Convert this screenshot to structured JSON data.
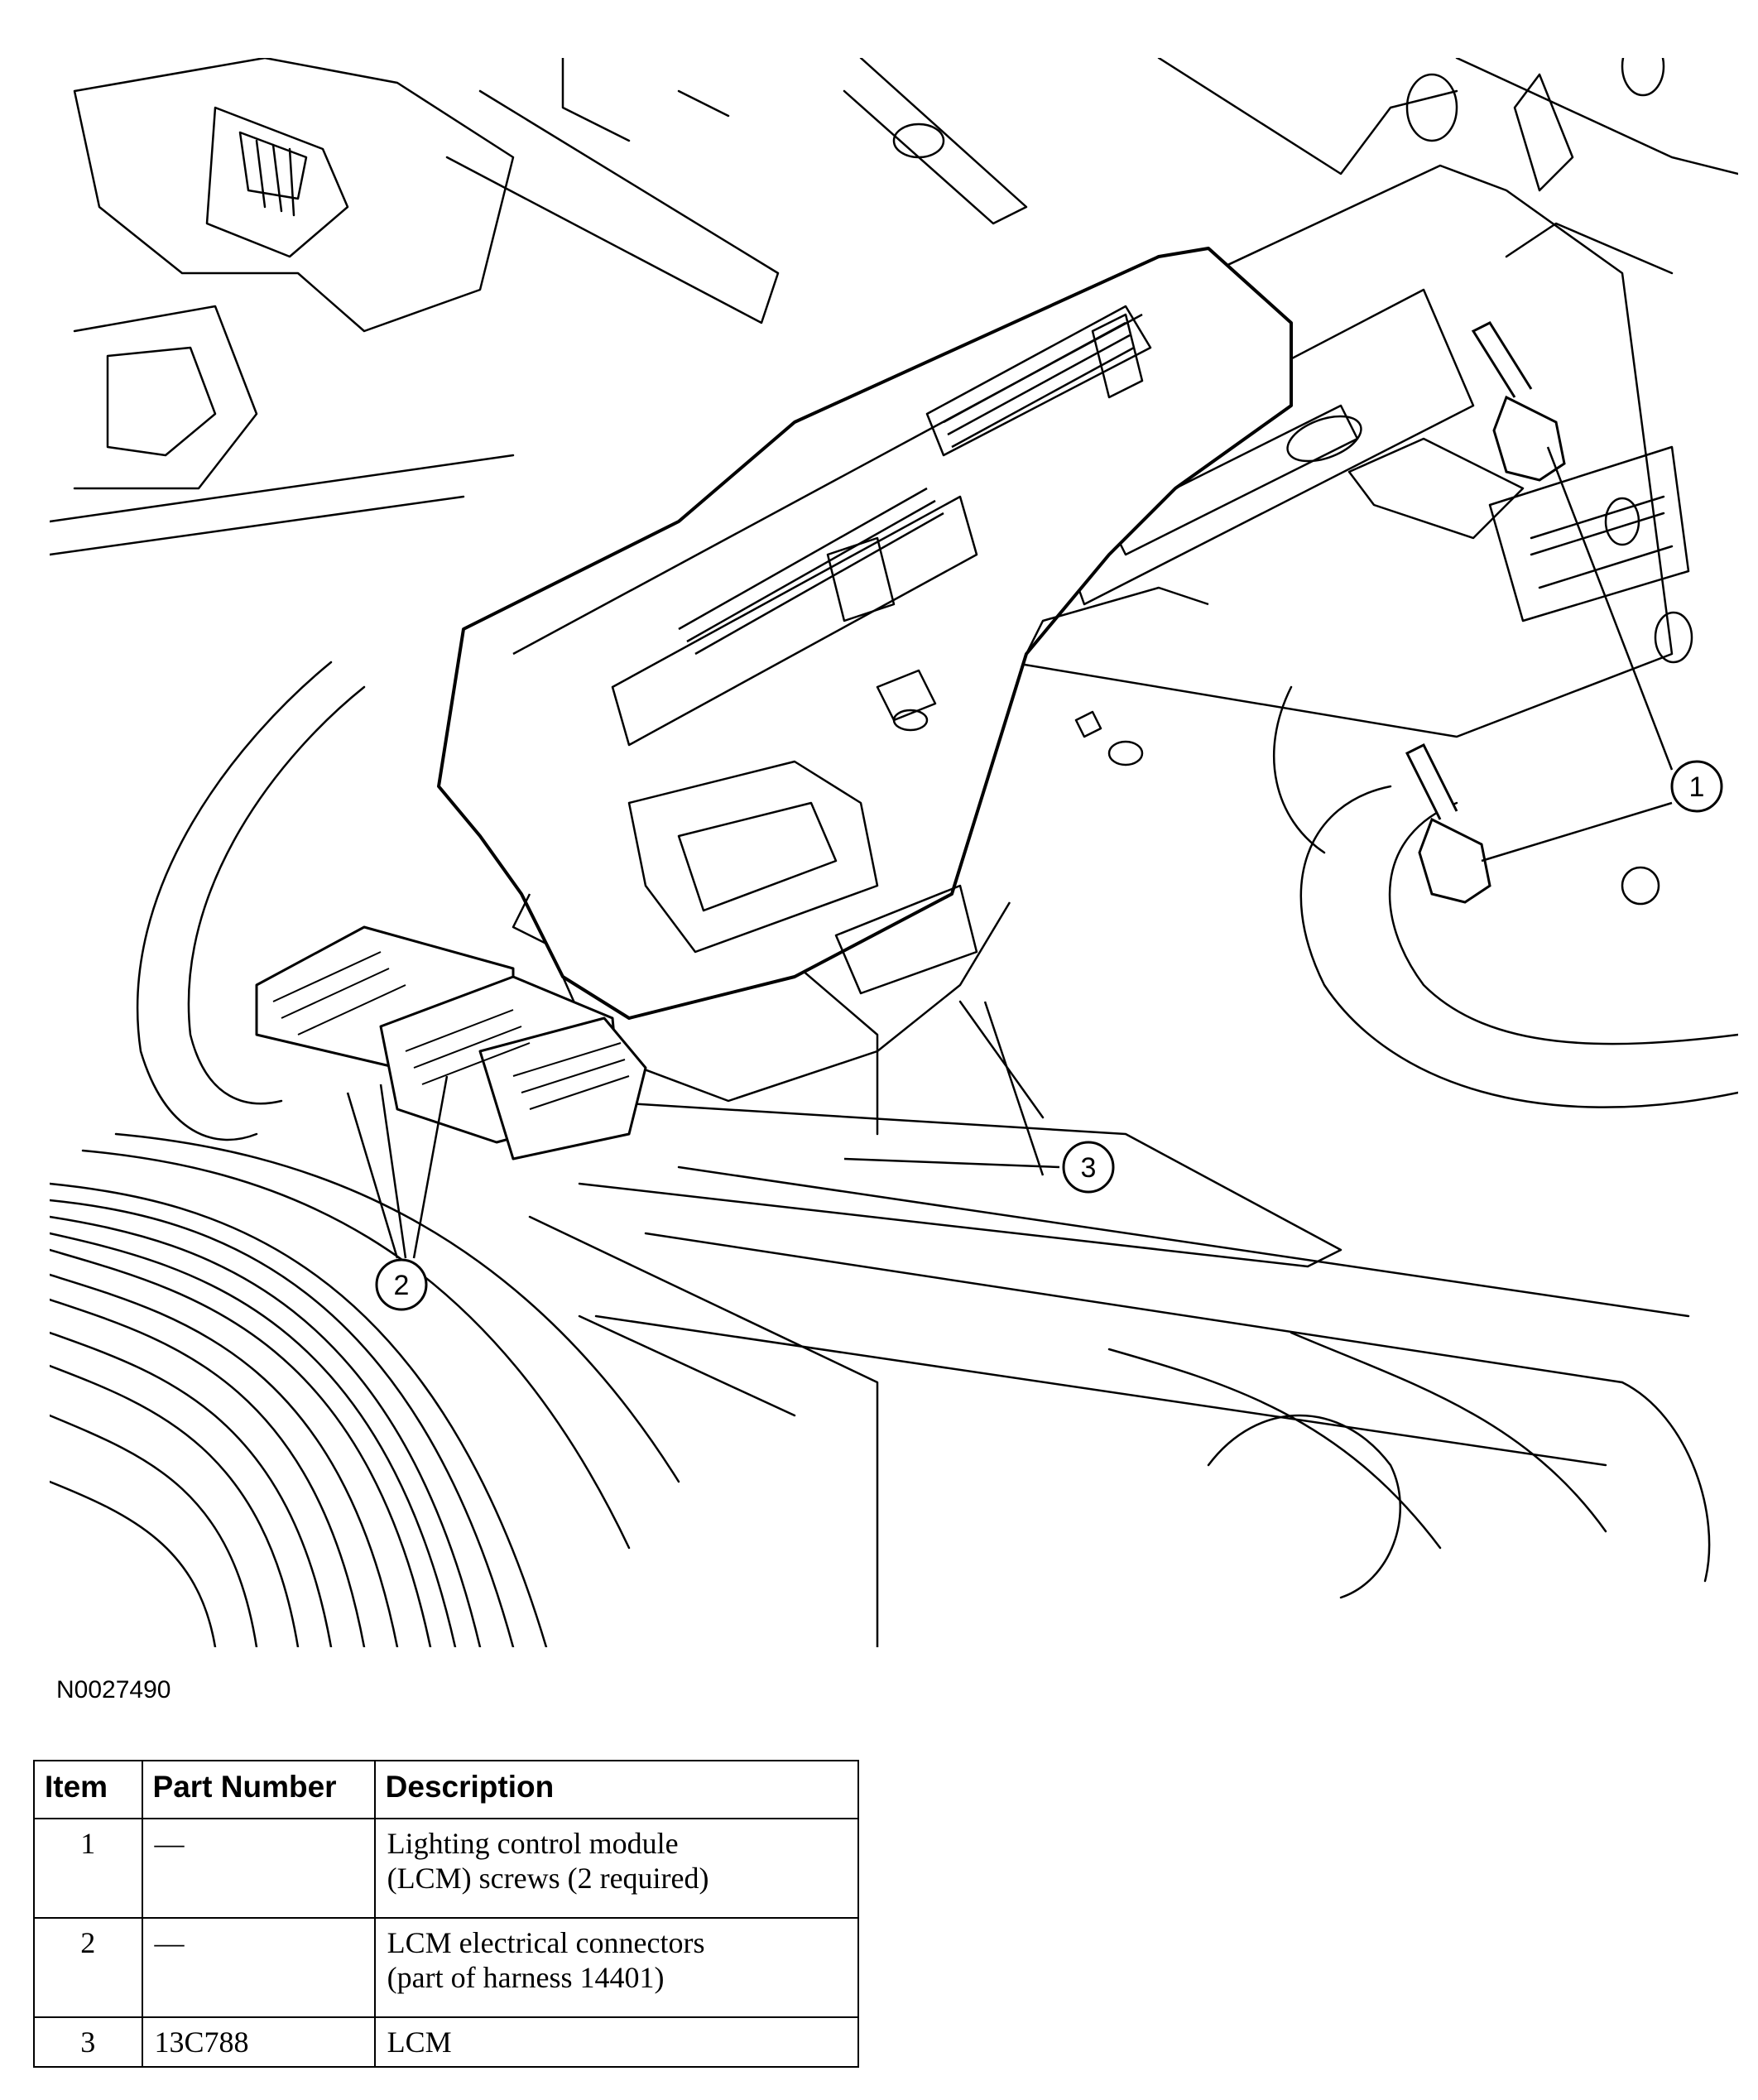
{
  "figure": {
    "code": "N0027490",
    "callouts": [
      "1",
      "2",
      "3"
    ]
  },
  "table": {
    "headers": [
      "Item",
      "Part Number",
      "Description"
    ],
    "rows": [
      {
        "item": "1",
        "part_number": "—",
        "description": [
          "Lighting control module",
          "(LCM) screws (2 required)"
        ]
      },
      {
        "item": "2",
        "part_number": "—",
        "description": [
          "LCM electrical connectors",
          "(part of harness 14401)"
        ]
      },
      {
        "item": "3",
        "part_number": "13C788",
        "description": [
          "LCM"
        ]
      }
    ]
  }
}
